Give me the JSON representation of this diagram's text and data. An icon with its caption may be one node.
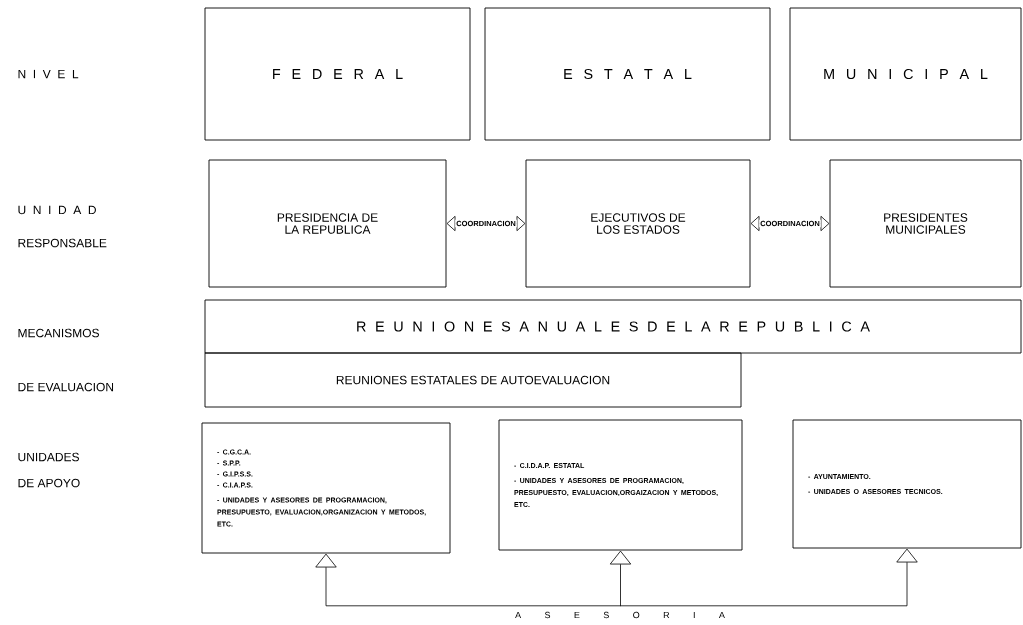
{
  "diagram": {
    "nodes": [
      {
        "text": [
          "F E D E R A L"
        ]
      },
      {
        "text": [
          "E S T A T A L"
        ]
      },
      {
        "text": [
          "M U N I C I P A L"
        ]
      },
      {
        "text": [
          "PRESIDENCIA DE LA REPUBLICA"
        ]
      },
      {
        "text": [
          "EJECUTIVOS DE LOS ESTADOS"
        ]
      },
      {
        "text": [
          "PRESIDENTES MUNICIPALES"
        ]
      },
      {
        "text": [
          "R E U N I O N E S A N U A L E S D E L A R E P U B L I C A"
        ]
      },
      {
        "text": [
          "REUNIONES ESTATALES DE AUTOEVALUACION"
        ]
      },
      {
        "text": [
          "- C.G.C.A.",
          "- S.P.P.",
          "- G.I.P.S.S.",
          "- C.I.A.P.S.",
          "- UNIDADES Y ASESORES DE PROGRAMACION, PRESUPUESTO, EVALUACION,ORGANIZACION Y METODOS, ETC."
        ]
      },
      {
        "text": [
          "- C.I.D.A.P. ESTATAL",
          "- UNIDADES Y ASESORES DE PROGRAMACION, PRESUPUESTO, EVALUACION,ORGAIZACION Y METODOS, ETC."
        ]
      },
      {
        "text": [
          "- AYUNTAMIENTO.",
          "- UNIDADES O ASESORES TECNICOS."
        ]
      },
      {
        "text": [
          "A S E S O R I A"
        ]
      }
    ],
    "edges": [
      {
        "from": 3,
        "to": 4,
        "arrow": "both",
        "label": "COORDINACION"
      },
      {
        "from": 4,
        "to": 5,
        "arrow": "both",
        "label": "COORDINACION"
      },
      {
        "from": 11,
        "to": 8,
        "arrow": "to"
      },
      {
        "from": 11,
        "to": 9,
        "arrow": "to"
      },
      {
        "from": 11,
        "to": 10,
        "arrow": "to"
      }
    ],
    "labels": [
      "N I V E L",
      "U N I D A D",
      "RESPONSABLE",
      "MECANISMOS",
      "DE EVALUACION",
      "UNIDADES",
      "DE APOYO"
    ]
  }
}
